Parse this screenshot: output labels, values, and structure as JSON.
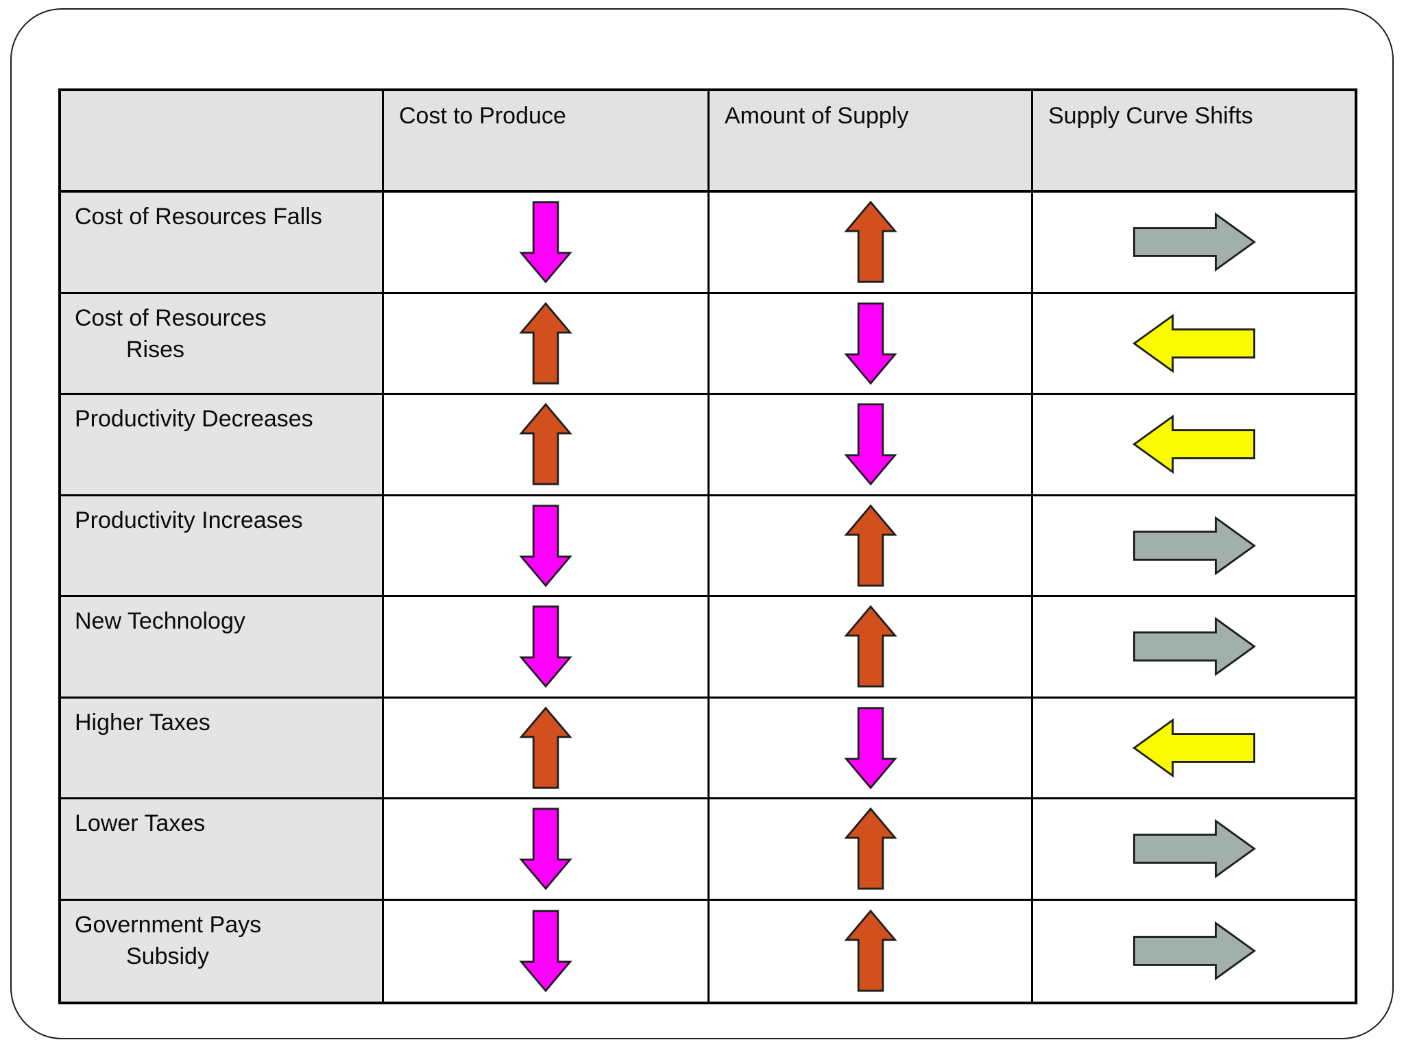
{
  "table": {
    "column_headers": [
      "",
      "Cost to Produce",
      "Amount of Supply",
      "Supply Curve Shifts"
    ],
    "rows": [
      {
        "label_lines": [
          "Cost of Resources Falls"
        ],
        "cost_to_produce": "down",
        "amount_of_supply": "up",
        "supply_curve_shifts": "right"
      },
      {
        "label_lines": [
          "Cost of Resources",
          "Rises"
        ],
        "cost_to_produce": "up",
        "amount_of_supply": "down",
        "supply_curve_shifts": "left"
      },
      {
        "label_lines": [
          "Productivity Decreases"
        ],
        "cost_to_produce": "up",
        "amount_of_supply": "down",
        "supply_curve_shifts": "left"
      },
      {
        "label_lines": [
          "Productivity Increases"
        ],
        "cost_to_produce": "down",
        "amount_of_supply": "up",
        "supply_curve_shifts": "right"
      },
      {
        "label_lines": [
          "New Technology"
        ],
        "cost_to_produce": "down",
        "amount_of_supply": "up",
        "supply_curve_shifts": "right"
      },
      {
        "label_lines": [
          "Higher Taxes"
        ],
        "cost_to_produce": "up",
        "amount_of_supply": "down",
        "supply_curve_shifts": "left"
      },
      {
        "label_lines": [
          "Lower Taxes"
        ],
        "cost_to_produce": "down",
        "amount_of_supply": "up",
        "supply_curve_shifts": "right"
      },
      {
        "label_lines": [
          "Government Pays",
          "Subsidy"
        ],
        "cost_to_produce": "down",
        "amount_of_supply": "up",
        "supply_curve_shifts": "right"
      }
    ]
  },
  "colors": {
    "up_arrow": "#D1501E",
    "down_arrow": "#FF00FF",
    "left_arrow": "#FAFA00",
    "right_arrow": "#A1B0AB",
    "arrow_outline": "#1E1E1E",
    "header_bg": "#E2E2E2",
    "label_bg": "#E4E4E4",
    "grid_border": "#000000"
  }
}
